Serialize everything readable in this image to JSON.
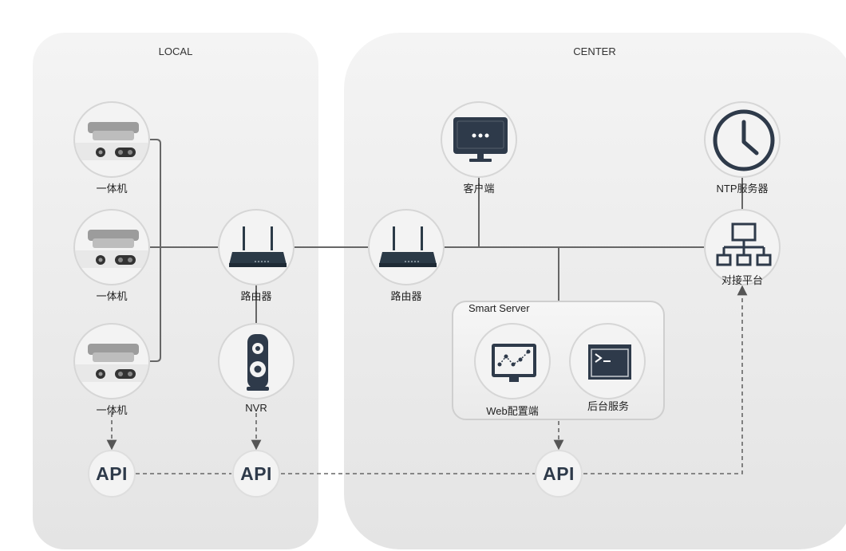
{
  "zones": {
    "local": "LOCAL",
    "center": "CENTER"
  },
  "group": {
    "title": "Smart Server"
  },
  "nodes": {
    "camera1": "一体机",
    "camera2": "一体机",
    "camera3": "一体机",
    "router_local": "路由器",
    "nvr": "NVR",
    "router_center": "路由器",
    "client": "客户端",
    "ntp": "NTP服务器",
    "platform": "对接平台",
    "web_config": "Web配置端",
    "backend": "后台服务"
  },
  "api": {
    "a1": "API",
    "a2": "API",
    "a3": "API"
  },
  "colors": {
    "icon_dark": "#2e3a4a",
    "line": "#666666",
    "zone_bg": "#eeeeee"
  }
}
